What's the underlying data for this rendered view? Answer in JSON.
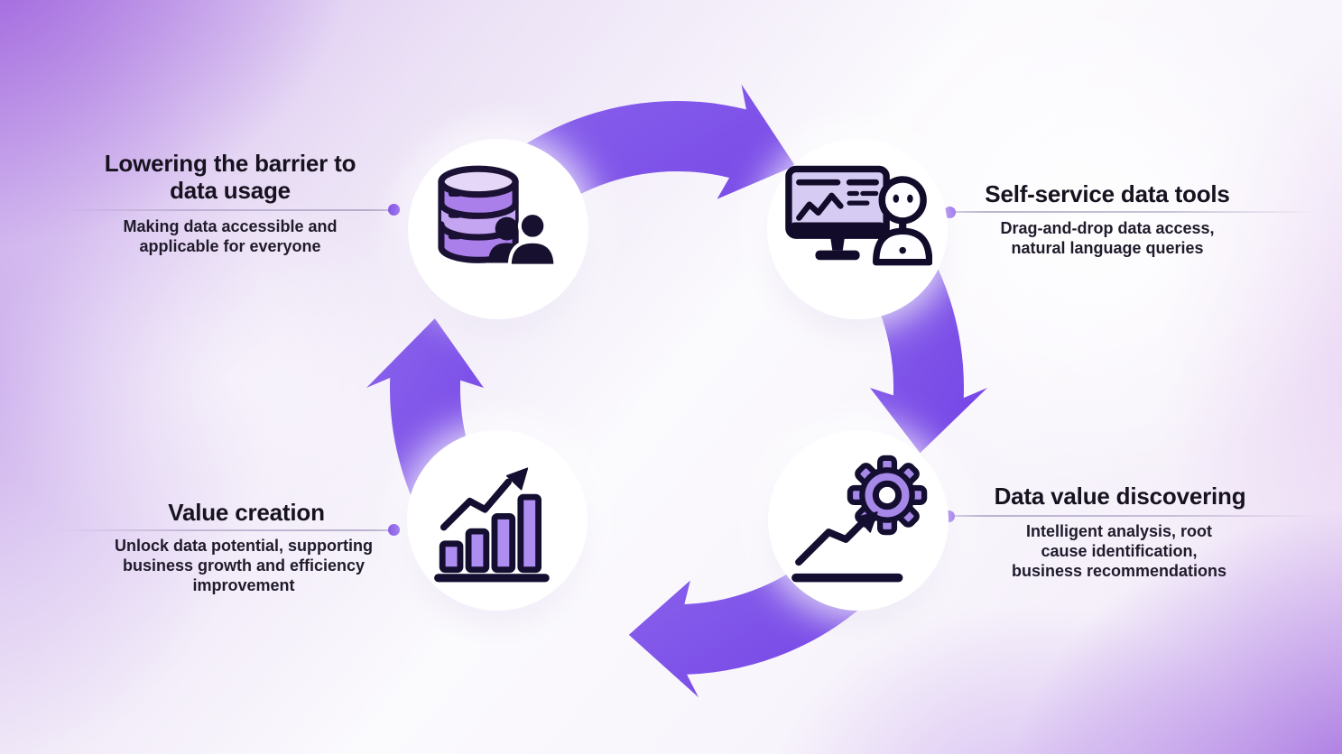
{
  "diagram": {
    "type": "cycle",
    "direction": "clockwise",
    "step_count": 4
  },
  "labels": {
    "top_left": {
      "title": "Lowering the barrier to\ndata usage",
      "desc": "Making data accessible and\napplicable for everyone"
    },
    "top_right": {
      "title": "Self-service data tools",
      "desc": "Drag-and-drop data access,\nnatural language queries"
    },
    "bottom_right": {
      "title": "Data value discovering",
      "desc": "Intelligent analysis, root\ncause identification,\nbusiness recommendations"
    },
    "bottom_left": {
      "title": "Value creation",
      "desc": "Unlock data potential, supporting\nbusiness growth and efficiency\nimprovement"
    }
  },
  "icons": {
    "top_left": "database-users-icon",
    "top_right": "monitor-robot-icon",
    "bottom_right": "gear-growth-icon",
    "bottom_left": "bar-chart-growth-icon"
  },
  "colors": {
    "arrow_purple": "#7B4FE8",
    "arrow_purple_light": "#8A64EC",
    "dot_purple": "#6A30E2",
    "icon_outline_dark": "#160F2E",
    "icon_fill_purple": "#AB8CEC",
    "icon_fill_lavender": "#D6CCF3",
    "title_text": "#17121F",
    "desc_text": "#201B2B",
    "background_corner_purple": "#A770E0"
  }
}
